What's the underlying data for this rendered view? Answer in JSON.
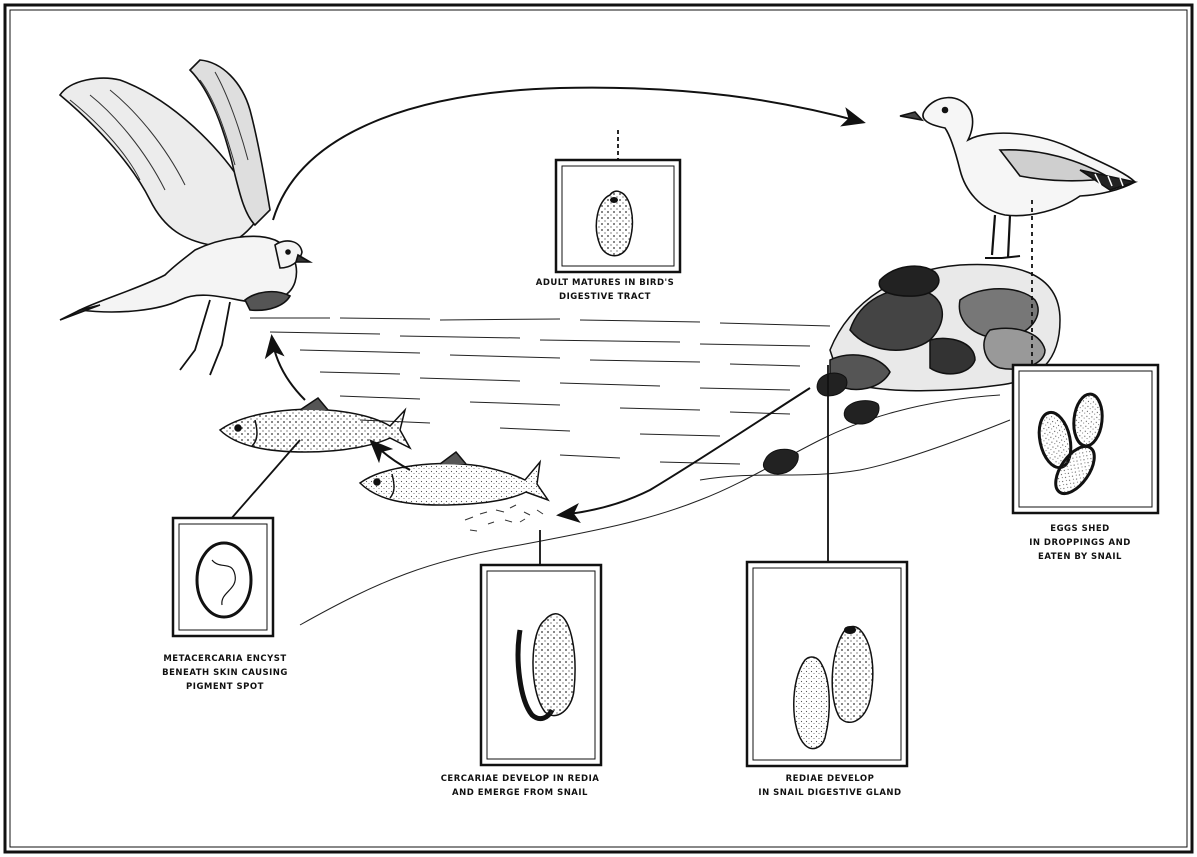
{
  "diagram": {
    "captions": {
      "adult": [
        "ADULT MATURES IN BIRD'S",
        "DIGESTIVE TRACT"
      ],
      "eggs": [
        "EGGS SHED",
        "IN DROPPINGS AND",
        "EATEN BY SNAIL"
      ],
      "metacercaria": [
        "METACERCARIA ENCYST",
        "BENEATH SKIN CAUSING",
        "PIGMENT SPOT"
      ],
      "cercariae": [
        "CERCARIAE DEVELOP IN REDIA",
        "AND EMERGE FROM SNAIL"
      ],
      "rediae": [
        "REDIAE DEVELOP",
        "IN SNAIL DIGESTIVE GLAND"
      ]
    }
  }
}
